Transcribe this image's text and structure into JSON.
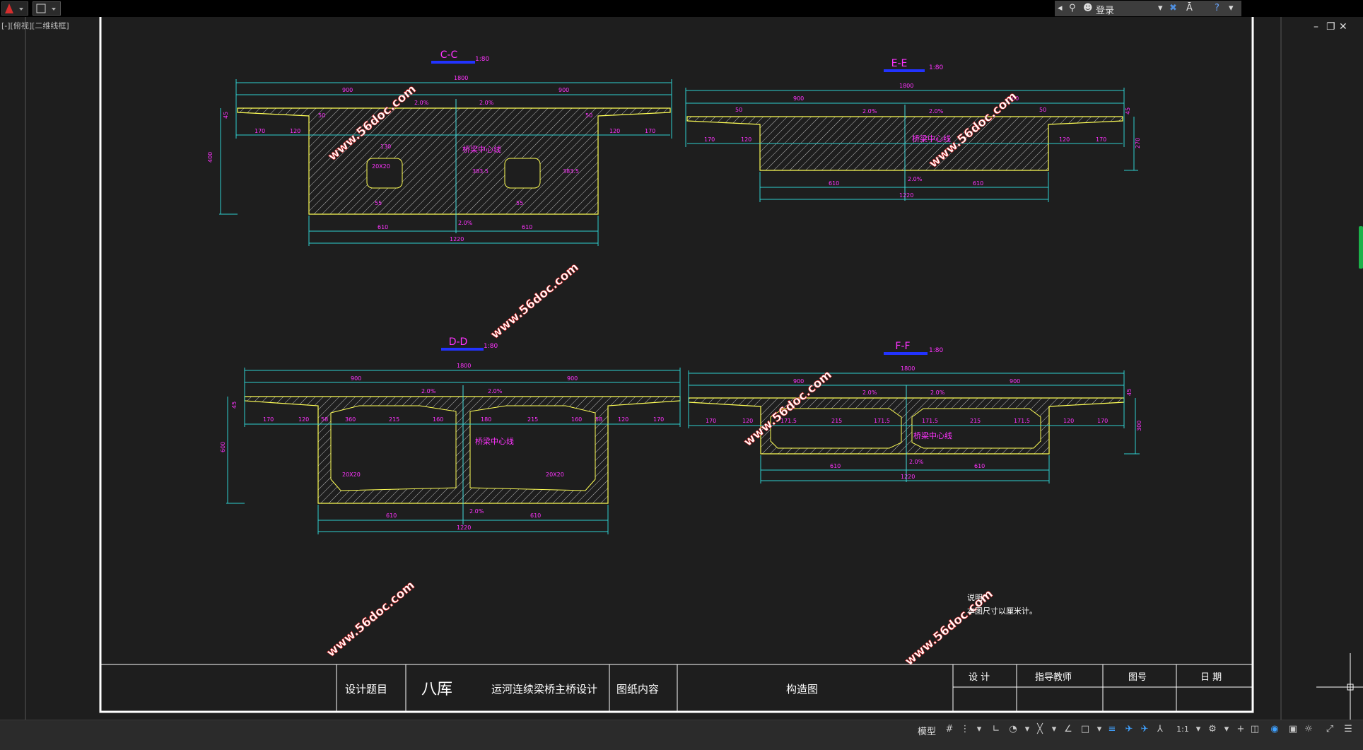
{
  "app": {
    "viewport_label": "[-][俯视][二维线框]",
    "signin": "登录",
    "window_controls": [
      "–",
      "❐",
      "✕"
    ]
  },
  "drawing": {
    "sections": [
      {
        "id": "cc",
        "title": "C-C",
        "scale": "1:80"
      },
      {
        "id": "ee",
        "title": "E-E",
        "scale": "1:80"
      },
      {
        "id": "dd",
        "title": "D-D",
        "scale": "1:80"
      },
      {
        "id": "ff",
        "title": "F-F",
        "scale": "1:80"
      }
    ],
    "cc_dims": {
      "total": "1800",
      "left": "900",
      "right": "900",
      "overhang_left_a": "170",
      "overhang_left_b": "120",
      "overhang_right_a": "120",
      "overhang_right_b": "170",
      "bottom_left": "610",
      "bottom_right": "610",
      "bottom_total": "1220",
      "height": "400",
      "top": "45",
      "slope_top_l": "2.0%",
      "slope_top_r": "2.0%",
      "slope_bottom": "2.0%",
      "hole_label": "20X20",
      "hole_w": "130",
      "hole_offset_l": "383.5",
      "hole_offset_r": "383.5",
      "web_l": "55",
      "web_r": "55",
      "side_l": "50",
      "side_r": "50",
      "center_label": "桥梁中心线"
    },
    "ee_dims": {
      "total": "1800",
      "left": "900",
      "right": "900",
      "overhang_left_a": "170",
      "overhang_left_b": "120",
      "overhang_right_a": "120",
      "overhang_right_b": "170",
      "bottom_left": "610",
      "bottom_right": "610",
      "bottom_total": "1220",
      "height": "270",
      "top": "45",
      "slope_top_l": "2.0%",
      "slope_top_r": "2.0%",
      "slope_bottom": "2.0%",
      "side_l": "50",
      "side_r": "50",
      "center_label": "桥梁中心线"
    },
    "dd_dims": {
      "total": "1800",
      "left": "900",
      "right": "900",
      "a1": "170",
      "a2": "120",
      "a3": "58",
      "a4": "360",
      "a5": "215",
      "a6": "160",
      "a7": "180",
      "a8": "215",
      "a9": "160",
      "a10": "58",
      "a11": "120",
      "a12": "170",
      "bottom_left": "610",
      "bottom_right": "610",
      "bottom_total": "1220",
      "height": "600",
      "top": "45",
      "slope_top_l": "2.0%",
      "slope_top_r": "2.0%",
      "slope_bottom": "2.0%",
      "chamfer_l": "20X20",
      "chamfer_r": "20X20",
      "center_label": "桥梁中心线"
    },
    "ff_dims": {
      "total": "1800",
      "left": "900",
      "right": "900",
      "a1": "170",
      "a2": "120",
      "a3": "171.5",
      "a4": "215",
      "a5": "171.5",
      "a6": "171.5",
      "a7": "215",
      "a8": "171.5",
      "a9": "120",
      "a10": "170",
      "bottom_left": "610",
      "bottom_right": "610",
      "bottom_total": "1220",
      "height": "300",
      "top": "45",
      "slope_top_l": "2.0%",
      "slope_top_r": "2.0%",
      "slope_bottom": "2.0%",
      "center_label": "桥梁中心线"
    },
    "notes": {
      "title": "说明:",
      "line1": "本图尺寸以厘米计。"
    },
    "watermark": "www.56doc.com",
    "title_block": {
      "design_topic_label": "设计题目",
      "design_topic_value": "运河连续梁桥主桥设计",
      "drawing_content_label": "图纸内容",
      "drawing_content_value": "构造图",
      "designer_label": "设  计",
      "advisor_label": "指导教师",
      "drawing_no_label": "图号",
      "date_label": "日  期",
      "signature": "八厍"
    }
  },
  "statusbar": {
    "model_tab": "模型",
    "scale": "1:1"
  }
}
